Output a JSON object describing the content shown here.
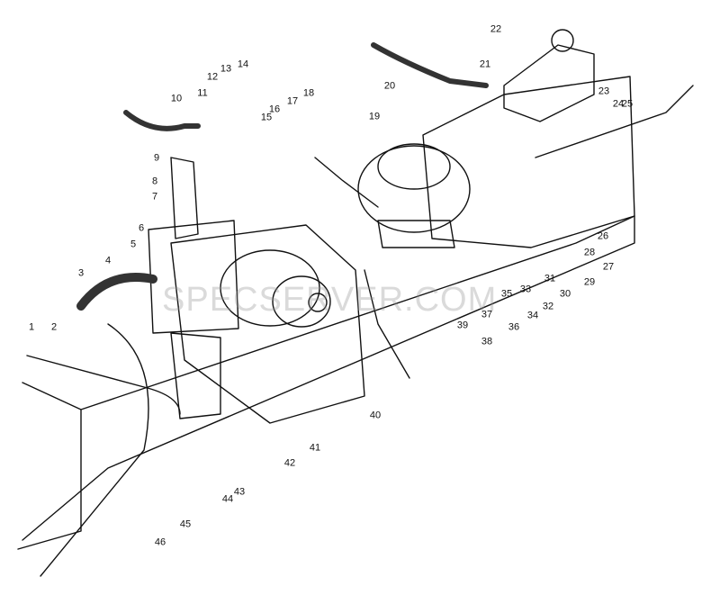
{
  "watermark": "SPECSERVER.COM",
  "callouts": [
    "1",
    "2",
    "3",
    "4",
    "5",
    "6",
    "7",
    "8",
    "9",
    "10",
    "11",
    "12",
    "13",
    "14",
    "15",
    "16",
    "17",
    "18",
    "19",
    "20",
    "21",
    "22",
    "23",
    "24",
    "25",
    "26",
    "27",
    "28",
    "29",
    "30",
    "31",
    "32",
    "33",
    "34",
    "35",
    "36",
    "37",
    "38",
    "39",
    "40",
    "41",
    "42",
    "43",
    "44",
    "45",
    "46"
  ]
}
